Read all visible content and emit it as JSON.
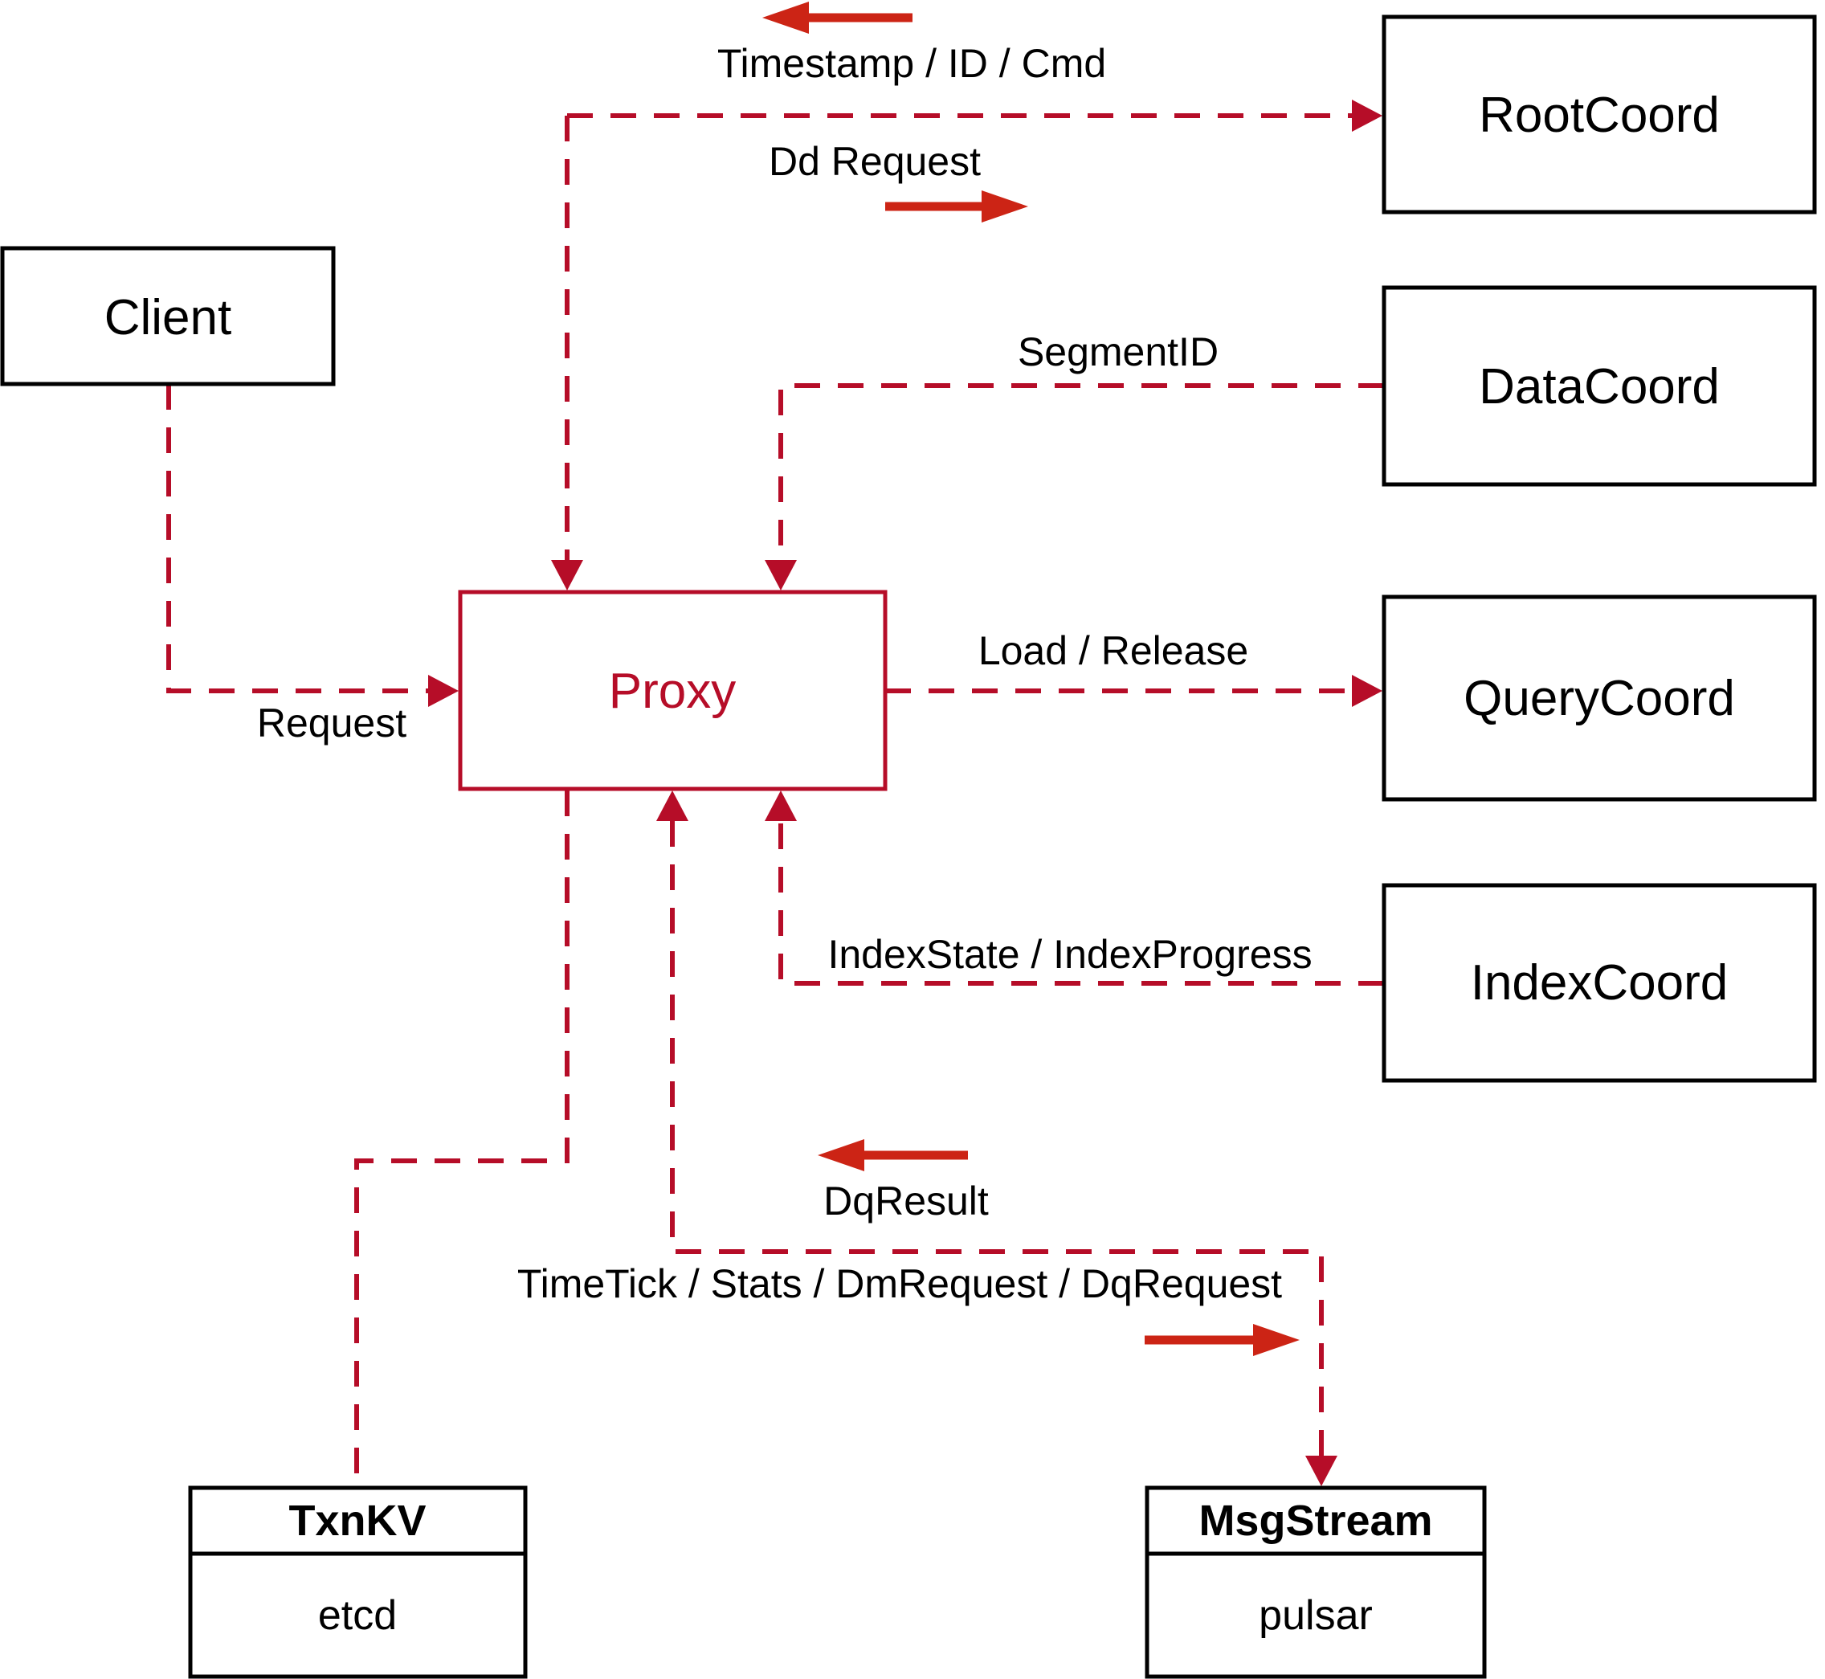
{
  "colors": {
    "line": "#b60d28",
    "arrow": "#cc2415",
    "box_border": "#000000",
    "label_text": "#000000",
    "background": "#ffffff"
  },
  "nodes": {
    "client": {
      "label": "Client"
    },
    "proxy": {
      "label": "Proxy"
    },
    "rootcoord": {
      "label": "RootCoord"
    },
    "datacoord": {
      "label": "DataCoord"
    },
    "querycoord": {
      "label": "QueryCoord"
    },
    "indexcoord": {
      "label": "IndexCoord"
    },
    "txnkv": {
      "title": "TxnKV",
      "impl": "etcd"
    },
    "msgstream": {
      "title": "MsgStream",
      "impl": "pulsar"
    }
  },
  "edges": {
    "request": {
      "label": "Request",
      "from": "Client",
      "to": "Proxy"
    },
    "timestamp_id_cmd": {
      "label": "Timestamp / ID / Cmd",
      "from": "RootCoord",
      "to": "Proxy"
    },
    "dd_request": {
      "label": "Dd Request",
      "from": "Proxy",
      "to": "RootCoord"
    },
    "segment_id": {
      "label": "SegmentID",
      "from": "DataCoord",
      "to": "Proxy"
    },
    "load_release": {
      "label": "Load / Release",
      "from": "Proxy",
      "to": "QueryCoord"
    },
    "index_state": {
      "label": "IndexState / IndexProgress",
      "from": "IndexCoord",
      "to": "Proxy"
    },
    "dq_result": {
      "label": "DqResult",
      "from": "MsgStream",
      "to": "Proxy"
    },
    "timetick": {
      "label": "TimeTick / Stats / DmRequest / DqRequest",
      "from": "Proxy",
      "to": "MsgStream"
    },
    "txnkv_link": {
      "label": "",
      "from": "Proxy",
      "to": "TxnKV"
    }
  }
}
